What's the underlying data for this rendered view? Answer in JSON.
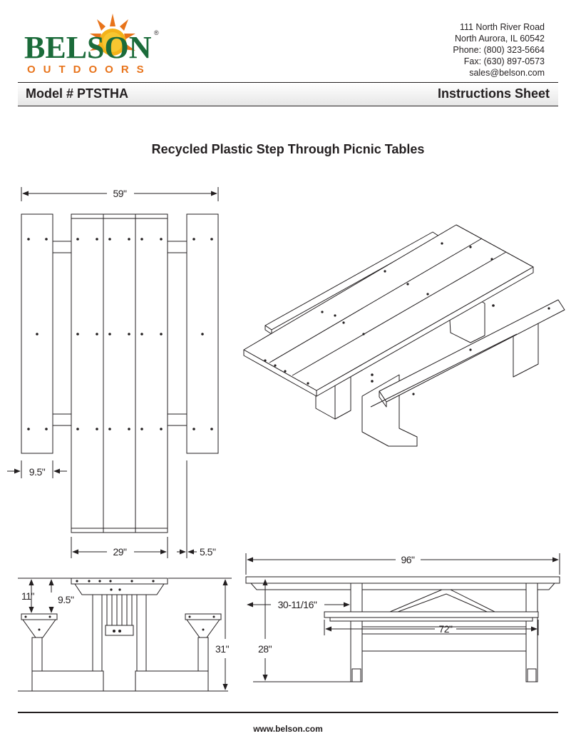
{
  "brand": {
    "name": "BELSON",
    "tagline": "OUTDOORS",
    "registered": "®",
    "colors": {
      "green": "#1b6b3a",
      "orange": "#e8731a",
      "gold": "#f4b31a"
    }
  },
  "contact": {
    "street": "111 North River Road",
    "city": "North Aurora, IL 60542",
    "phone": "Phone: (800) 323-5664",
    "fax": "Fax: (630) 897-0573",
    "email": "sales@belson.com"
  },
  "header": {
    "model": "Model # PTSTHA",
    "sheet": "Instructions Sheet"
  },
  "title": "Recycled Plastic Step Through Picnic Tables",
  "dimensions": {
    "overall_width": "59\"",
    "bench_width": "9.5\"",
    "table_width": "29\"",
    "gap": "5.5\"",
    "overall_length": "96\"",
    "seat_height": "11\"",
    "bench_offset": "9.5\"",
    "total_height": "31\"",
    "table_height": "28\"",
    "leg_offset": "30-11/16\"",
    "bench_length": "72\""
  },
  "footer": {
    "url": "www.belson.com"
  }
}
